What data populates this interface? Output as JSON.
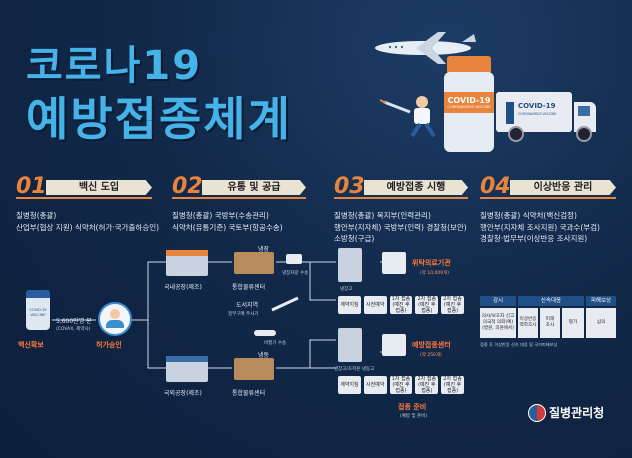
{
  "title": {
    "line1": "코로나19",
    "line2": "예방접종체계"
  },
  "sections": [
    {
      "num": "01",
      "label": "백신 도입",
      "desc": [
        "질병청(총괄)",
        "산업부(협상 지원) 식약처(허가·국가출하승인)"
      ]
    },
    {
      "num": "02",
      "label": "유통 및 공급",
      "desc": [
        "질병청(총괄) 국방부(수송관리)",
        "식약처(유통기준) 국토부(항공수송)"
      ]
    },
    {
      "num": "03",
      "label": "예방접종 시행",
      "desc": [
        "질병청(총괄) 복지부(인력관리)",
        "행안부(지자체) 국방부(인력) 경찰청(보안)",
        "소방청(구급)"
      ]
    },
    {
      "num": "04",
      "label": "이상반응 관리",
      "desc": [
        "질병청(총괄) 식약처(백신검정)",
        "행안부(지자체 조사지원) 국과수(부검)",
        "경찰청·법무부(이상반응 조사지원)"
      ]
    }
  ],
  "flow": {
    "vaccine_count": "5,600만명 분",
    "vaccine_note": "(COVAX, 제약사)",
    "secure": "백신확보",
    "approval": "허가승인",
    "domestic_factory": "국내공장(제조)",
    "foreign_factory": "국외공장(제조)",
    "logistics_center_1": "통합물류센터",
    "logistics_center_2": "통합물류센터",
    "fridge_1": "냉장",
    "fridge_2": "냉동",
    "truck_transport": "냉장차량 수송",
    "air_transport": "비행기 수송",
    "islands": "도서지역",
    "islands_note": "정부구매 주사기",
    "cold_storage": "냉장고",
    "ultra_cold": "냉장고/초저온 냉동고",
    "entrusted": "위탁의료기관",
    "entrusted_count": "(약 10,000개)",
    "center": "예방접종센터",
    "center_count": "(약 250개)",
    "steps_a": [
      "계약지침",
      "사전예약",
      "1차 접종",
      "2차 접종",
      "2차 접종"
    ],
    "steps_a_sub": [
      "",
      "",
      "(예진 후 접종)",
      "(예진 후 접종)",
      "(예진 후 접종)"
    ],
    "steps_b": [
      "계약지침",
      "사전예약",
      "1차 접종",
      "2차 접종",
      "2차 접종"
    ],
    "steps_b_sub": [
      "",
      "",
      "(예진 후 접종)",
      "(예진 후 접종)",
      "(예진 후 접종)"
    ],
    "inoc_label": "접종 준비",
    "inoc_sub": "(예방 및 준비)"
  },
  "table": {
    "headers": [
      "감시",
      "신속대응",
      "피해보상"
    ],
    "cells": [
      "의사/보호자 신고\n의국적 의뢰(예)\n(병원, 의원에서)",
      "이상반응\n역학조사",
      "피해\n조사",
      "평가",
      "심의"
    ],
    "note": "접종 후 이상반응 신속 대응 및 국가피해보상"
  },
  "vials": {
    "left": "COVID-19 VACCINE",
    "right_title": "COVID-19",
    "right_sub": "CORONAVIRUS VACCINE",
    "truck_title": "COVID-19",
    "truck_sub": "CORONAVIRUS VACCINE"
  },
  "agency": "질병관리청",
  "colors": {
    "accent": "#e8843c",
    "title": "#45b3e8",
    "bg": "#12294a"
  }
}
